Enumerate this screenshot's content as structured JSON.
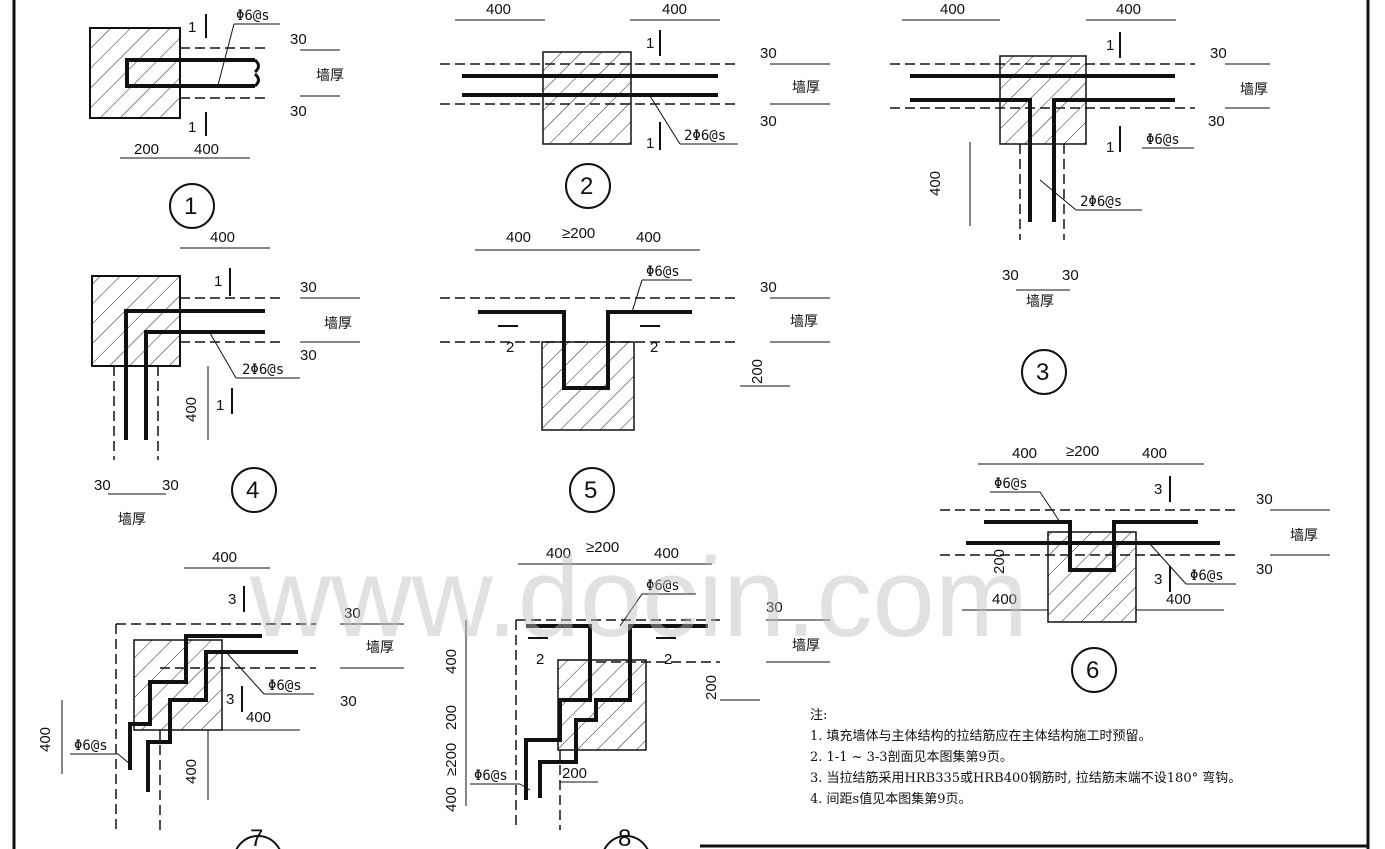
{
  "dimensions": {
    "d400": "400",
    "d200": "200",
    "d30": "30",
    "ge200": "≥200",
    "wall_thickness": "墙厚"
  },
  "rebar_labels": {
    "single": "Φ6@s",
    "double": "2Φ6@s"
  },
  "section_marks": {
    "s1": "1",
    "s2": "2",
    "s3": "3"
  },
  "detail_numbers": [
    "1",
    "2",
    "3",
    "4",
    "5",
    "6",
    "7",
    "8"
  ],
  "notes": {
    "title": "注:",
    "items": [
      "1. 填充墙体与主体结构的拉结筋应在主体结构施工时预留。",
      "2. 1-1 ~ 3-3剖面见本图集第9页。",
      "3. 当拉结筋采用HRB335或HRB400钢筋时, 拉结筋末端不设180° 弯钩。",
      "4. 间距s值见本图集第9页。"
    ]
  },
  "watermark": "www.docin.com"
}
